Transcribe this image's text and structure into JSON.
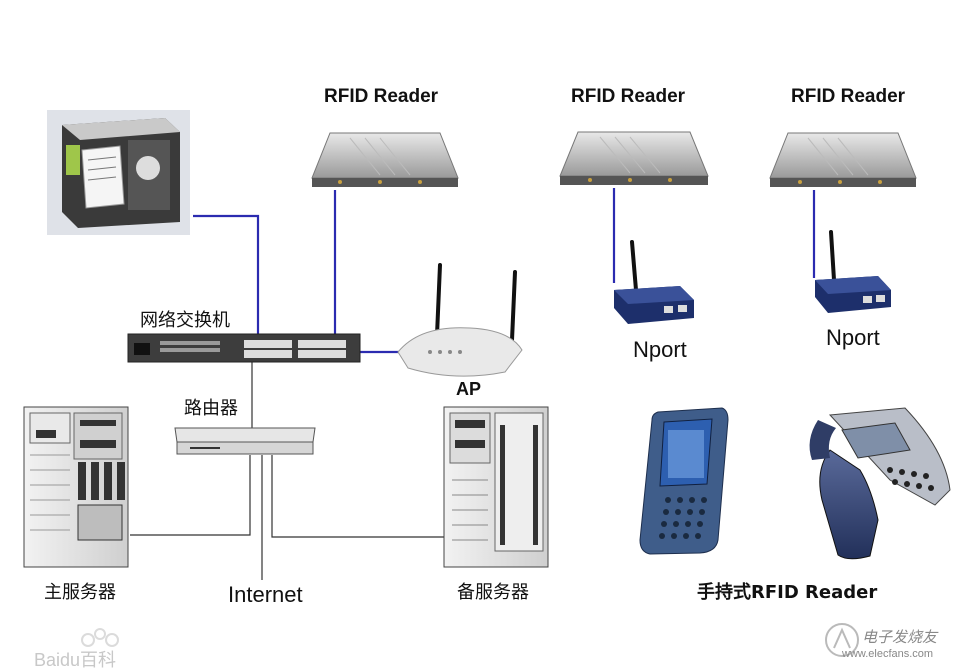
{
  "labels": {
    "reader_1": "RFID Reader",
    "reader_2": "RFID Reader",
    "reader_3": "RFID Reader",
    "switch": "网络交换机",
    "ap": "AP",
    "router": "路由器",
    "main_server": "主服务器",
    "backup_server": "备服务器",
    "internet": "Internet",
    "nport_1": "Nport",
    "nport_2": "Nport",
    "handheld": "手持式RFID Reader"
  },
  "watermark": {
    "left": "Baidu百科",
    "right": "电子发烧友",
    "right_url": "www.elecfans.com"
  },
  "colors": {
    "link_line": "#2b2bb0",
    "cable": "#333333"
  }
}
